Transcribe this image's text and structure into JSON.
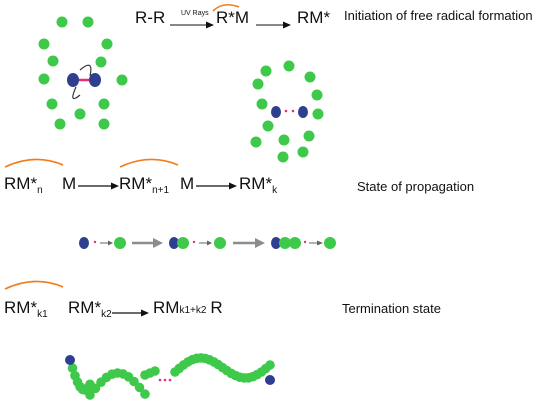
{
  "colors": {
    "monomer": "#3fc94a",
    "radical": "#2f3f8f",
    "bond": "#e0307a",
    "arc": "#f07c1c",
    "arrow": "#111111",
    "grey_arrow": "#8c8c8c",
    "text": "#111111"
  },
  "initiation": {
    "reactant": "R-R",
    "arrow_label": "UV Rays",
    "product1": "R*M",
    "product2": "RM*",
    "caption": "Initiation of free radical formation"
  },
  "propagation": {
    "reactant_main": "RM*",
    "reactant_sub": "n",
    "monomer": "M",
    "product_main": "RM*",
    "product_sub": "n+1",
    "monomer2": "M",
    "final_main": "RM*",
    "final_sub": "k",
    "caption": "State of propagation"
  },
  "termination": {
    "reactant1_main": "RM*",
    "reactant1_sub": "k1",
    "reactant2_main": "RM*",
    "reactant2_sub": "k2",
    "product_main": "RM",
    "product_sub": "k1+k2",
    "product_tail": "R",
    "caption": "Termination state"
  }
}
